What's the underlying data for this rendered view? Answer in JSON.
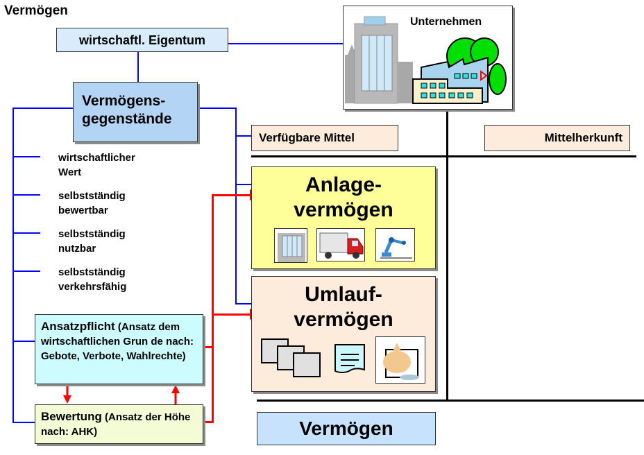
{
  "title": "Vermögen",
  "eigentum": "wirtschaftl. Eigentum",
  "vermoegensgegenstaende": [
    "Vermögens-",
    "gegenstände"
  ],
  "criteria": [
    [
      "wirtschaftlicher",
      "Wert"
    ],
    [
      "selbstständig",
      "bewertbar"
    ],
    [
      "selbstständig",
      "nutzbar"
    ],
    [
      "selbstständig",
      "verkehrsfähig"
    ]
  ],
  "ansatzpflicht": {
    "head": "Ansatzpflicht",
    "rest": " (Ansatz dem wirtschaftlichen Grun de nach: Gebote, Verbote, Wahlrechte)"
  },
  "bewertung": {
    "head": "Bewertung",
    "rest": " (Ansatz der Höhe nach: AHK)"
  },
  "unternehmen": "Unternehmen",
  "verfuegbare_mittel": "Verfügbare Mittel",
  "mittelherkunft": "Mittelherkunft",
  "anlagevermoegen": [
    "Anlage-",
    "vermögen"
  ],
  "umlaufvermoegen": [
    "Umlauf-",
    "vermögen"
  ],
  "anlage_icons": [
    "office-building-icon",
    "truck-icon",
    "robot-arm-icon"
  ],
  "umlauf_icons": [
    "stacked-documents-icon",
    "note-icon",
    "money-bag-icon"
  ],
  "bottom_label": "Vermögen",
  "colors": {
    "connector_blue": "#0000ff",
    "arrow_red": "#ff0000",
    "anlage_fill": "#ffff99",
    "umlauf_fill": "#fdebdc",
    "vermoegen_fill": "#c6e2fc"
  }
}
